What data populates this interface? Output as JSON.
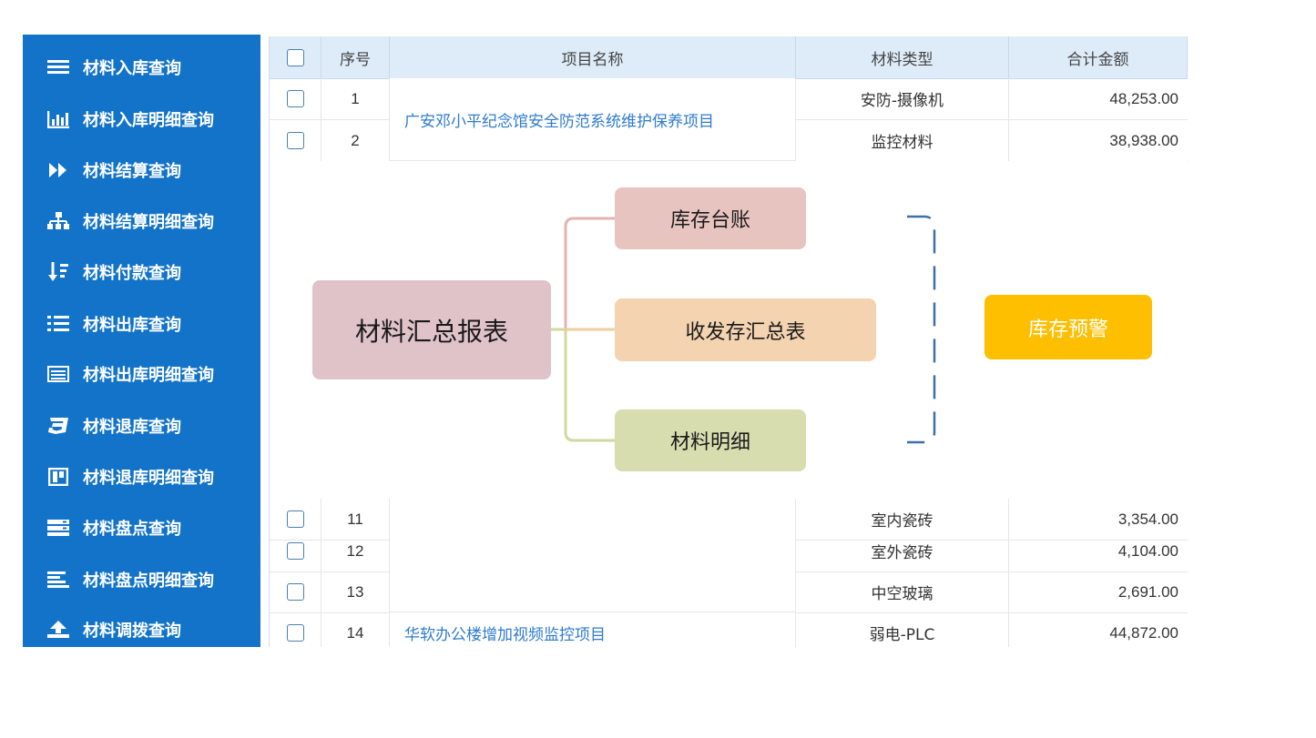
{
  "sidebar": {
    "items": [
      {
        "label": "材料入库查询",
        "icon": "list-icon"
      },
      {
        "label": "材料入库明细查询",
        "icon": "bar-chart-icon"
      },
      {
        "label": "材料结算查询",
        "icon": "fast-forward-icon"
      },
      {
        "label": "材料结算明细查询",
        "icon": "sitemap-icon"
      },
      {
        "label": "材料付款查询",
        "icon": "sort-down-icon"
      },
      {
        "label": "材料出库查询",
        "icon": "numbered-list-icon"
      },
      {
        "label": "材料出库明细查询",
        "icon": "list-box-icon"
      },
      {
        "label": "材料退库查询",
        "icon": "css3-icon"
      },
      {
        "label": "材料退库明细查询",
        "icon": "trello-icon"
      },
      {
        "label": "材料盘点查询",
        "icon": "server-icon"
      },
      {
        "label": "材料盘点明细查询",
        "icon": "align-left-icon"
      },
      {
        "label": "材料调拨查询",
        "icon": "upload-icon"
      }
    ]
  },
  "table": {
    "headers": {
      "no": "序号",
      "name": "项目名称",
      "type": "材料类型",
      "amount": "合计金额"
    },
    "top_rows": [
      {
        "no": "1",
        "type": "安防-摄像机",
        "amount": "48,253.00"
      },
      {
        "no": "2",
        "type": "监控材料",
        "amount": "38,938.00"
      }
    ],
    "top_project": "广安邓小平纪念馆安全防范系统维护保养项目",
    "bottom_rows": [
      {
        "no": "11",
        "type": "室内瓷砖",
        "amount": "3,354.00"
      },
      {
        "no": "12",
        "type": "室外瓷砖",
        "amount": "4,104.00"
      },
      {
        "no": "13",
        "type": "中空玻璃",
        "amount": "2,691.00"
      },
      {
        "no": "14",
        "type": "弱电-PLC",
        "amount": "44,872.00"
      }
    ],
    "last_project": "华软办公楼增加视频监控项目"
  },
  "mindmap": {
    "root": "材料汇总报表",
    "branches": [
      "库存台账",
      "收发存汇总表",
      "材料明细"
    ],
    "target": "库存预警"
  },
  "colors": {
    "sidebar_bg": "#1273c9",
    "header_bg": "#deecf9",
    "link": "#2e7bcf",
    "warn": "#fdbf00",
    "bracket": "#3f6fa8"
  }
}
